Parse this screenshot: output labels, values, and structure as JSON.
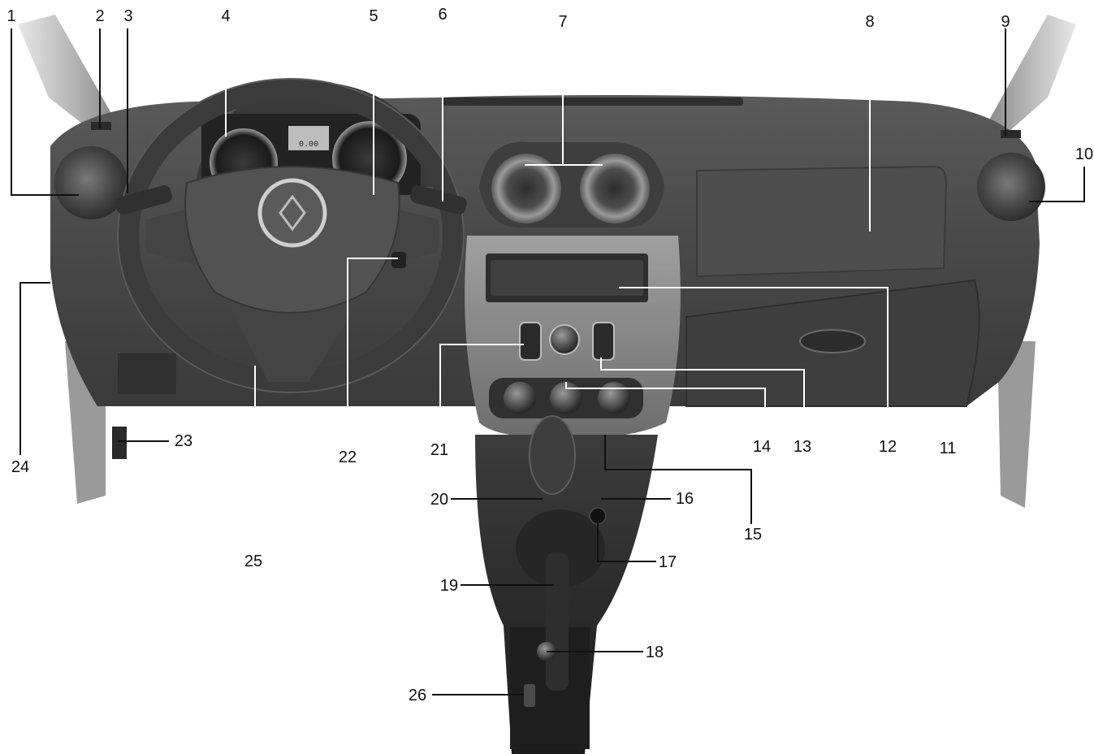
{
  "callouts": {
    "c1": "1",
    "c2": "2",
    "c3": "3",
    "c4": "4",
    "c5": "5",
    "c6": "6",
    "c7": "7",
    "c8": "8",
    "c9": "9",
    "c10": "10",
    "c11": "11",
    "c12": "12",
    "c13": "13",
    "c14": "14",
    "c15": "15",
    "c16": "16",
    "c17": "17",
    "c18": "18",
    "c19": "19",
    "c20": "20",
    "c21": "21",
    "c22": "22",
    "c23": "23",
    "c24": "24",
    "c25": "25",
    "c26": "26"
  },
  "cluster": {
    "odometer": "0.00"
  },
  "colors": {
    "dashboard": "#474747",
    "dashboard_dark": "#333333",
    "console_panel": "#8a8a8a",
    "pillar": "#bdbdbd",
    "leader_line": "#ffffff",
    "leader_line_outside": "#111111"
  }
}
